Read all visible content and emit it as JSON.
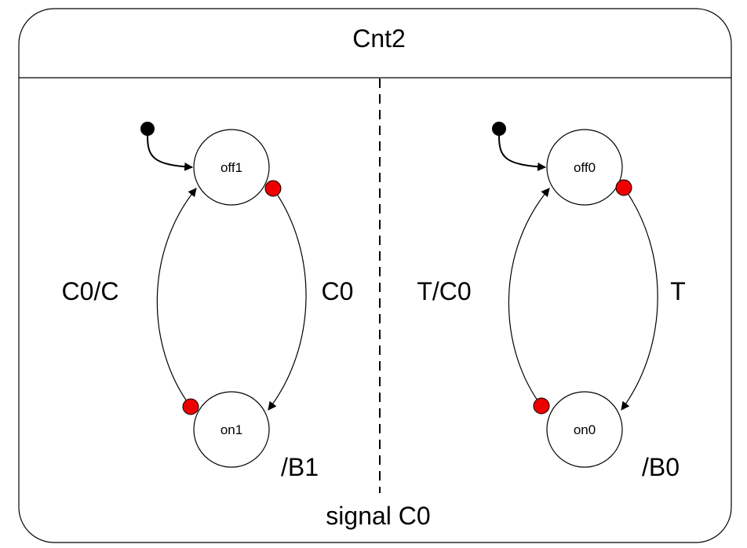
{
  "diagram": {
    "title": "Cnt2",
    "footer": "signal C0",
    "colors": {
      "port": "#ee0000",
      "stroke": "#000000",
      "background": "#ffffff"
    },
    "regions": [
      {
        "states": {
          "top": "off1",
          "bottom": "on1"
        },
        "transition_up_label": "C0/C",
        "transition_down_label": "C0",
        "action_label": "/B1"
      },
      {
        "states": {
          "top": "off0",
          "bottom": "on0"
        },
        "transition_up_label": "T/C0",
        "transition_down_label": "T",
        "action_label": "/B0"
      }
    ]
  }
}
